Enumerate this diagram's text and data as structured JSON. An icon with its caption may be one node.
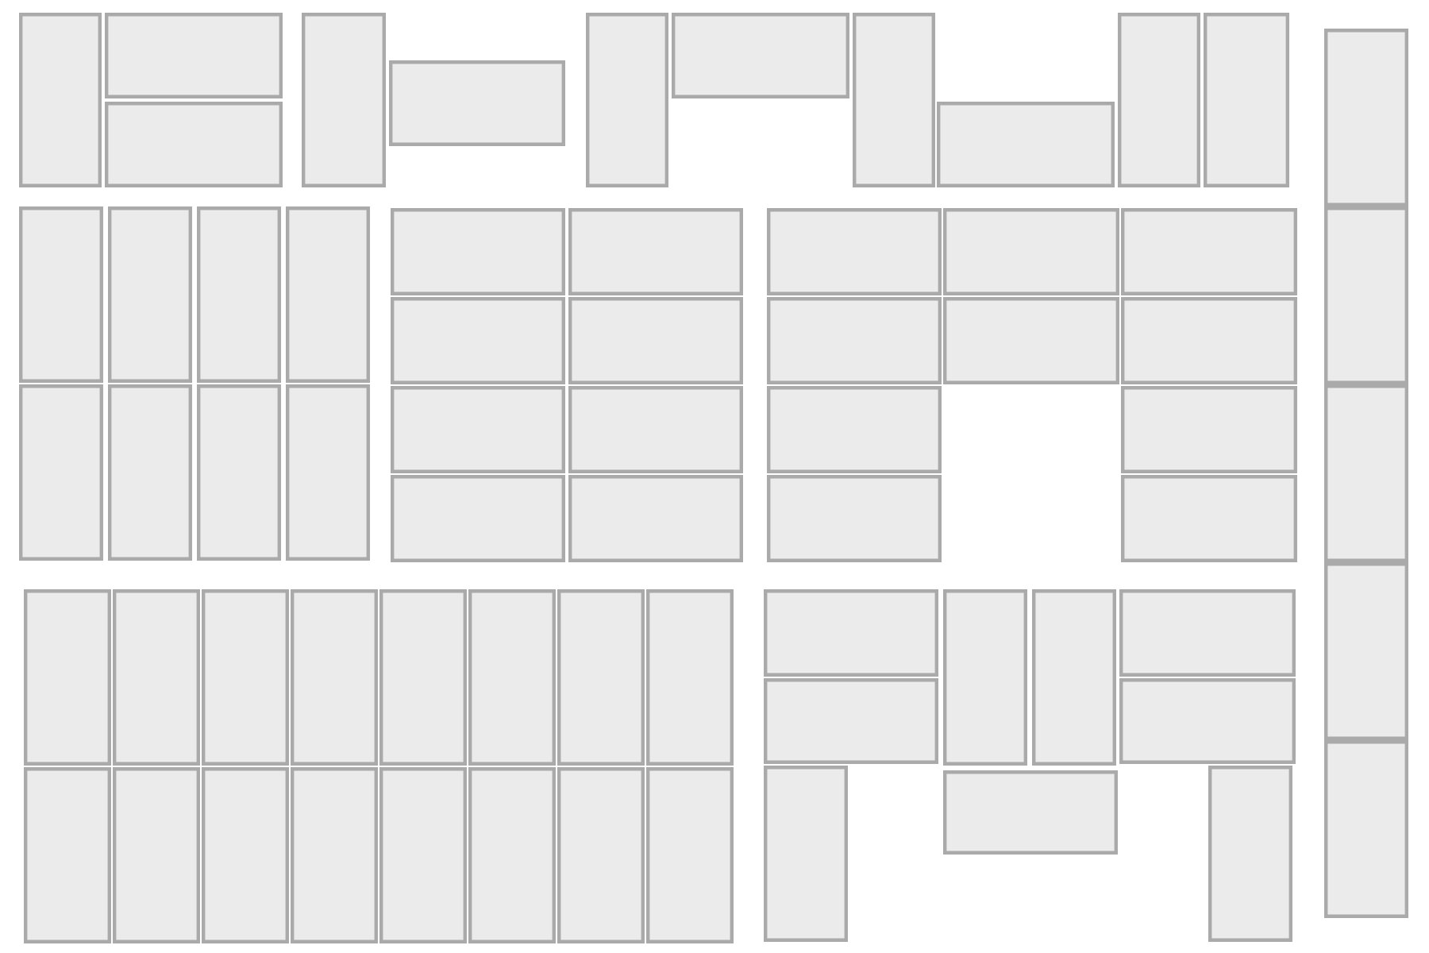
{
  "diagram": {
    "nodes": [
      {
        "text": [],
        "shape": "box"
      },
      {
        "text": [],
        "shape": "box"
      },
      {
        "text": [],
        "shape": "box"
      },
      {
        "text": [],
        "shape": "box"
      },
      {
        "text": [],
        "shape": "box"
      },
      {
        "text": [],
        "shape": "box"
      },
      {
        "text": [],
        "shape": "box"
      },
      {
        "text": [],
        "shape": "box"
      },
      {
        "text": [],
        "shape": "box"
      },
      {
        "text": [],
        "shape": "box"
      },
      {
        "text": [],
        "shape": "box"
      },
      {
        "text": [],
        "shape": "box"
      },
      {
        "text": [],
        "shape": "box"
      },
      {
        "text": [],
        "shape": "box"
      },
      {
        "text": [],
        "shape": "box"
      },
      {
        "text": [],
        "shape": "box"
      },
      {
        "text": [],
        "shape": "box"
      },
      {
        "text": [],
        "shape": "box"
      },
      {
        "text": [],
        "shape": "box"
      },
      {
        "text": [],
        "shape": "box"
      },
      {
        "text": [],
        "shape": "box"
      },
      {
        "text": [],
        "shape": "box"
      },
      {
        "text": [],
        "shape": "box"
      },
      {
        "text": [],
        "shape": "box"
      },
      {
        "text": [],
        "shape": "box"
      },
      {
        "text": [],
        "shape": "box"
      },
      {
        "text": [],
        "shape": "box"
      },
      {
        "text": [],
        "shape": "box"
      },
      {
        "text": [],
        "shape": "box"
      },
      {
        "text": [],
        "shape": "box"
      },
      {
        "text": [],
        "shape": "box"
      },
      {
        "text": [],
        "shape": "box"
      },
      {
        "text": [],
        "shape": "box"
      },
      {
        "text": [],
        "shape": "box"
      },
      {
        "text": [],
        "shape": "box"
      },
      {
        "text": [],
        "shape": "box"
      },
      {
        "text": [],
        "shape": "box"
      },
      {
        "text": [],
        "shape": "box"
      },
      {
        "text": [],
        "shape": "box"
      },
      {
        "text": [],
        "shape": "box"
      },
      {
        "text": [],
        "shape": "box"
      },
      {
        "text": [],
        "shape": "box"
      },
      {
        "text": [],
        "shape": "box"
      },
      {
        "text": [],
        "shape": "box"
      },
      {
        "text": [],
        "shape": "box"
      },
      {
        "text": [],
        "shape": "box"
      },
      {
        "text": [],
        "shape": "box"
      },
      {
        "text": [],
        "shape": "box"
      },
      {
        "text": [],
        "shape": "box"
      },
      {
        "text": [],
        "shape": "box"
      },
      {
        "text": [],
        "shape": "box"
      },
      {
        "text": [],
        "shape": "box"
      },
      {
        "text": [],
        "shape": "box"
      },
      {
        "text": [],
        "shape": "box"
      },
      {
        "text": [],
        "shape": "box"
      },
      {
        "text": [],
        "shape": "box"
      },
      {
        "text": [],
        "shape": "box"
      },
      {
        "text": [],
        "shape": "box"
      },
      {
        "text": [],
        "shape": "box"
      },
      {
        "text": [],
        "shape": "box"
      },
      {
        "text": [],
        "shape": "box"
      },
      {
        "text": [],
        "shape": "box"
      },
      {
        "text": [],
        "shape": "box"
      },
      {
        "text": [],
        "shape": "box"
      },
      {
        "text": [],
        "shape": "box"
      },
      {
        "text": [],
        "shape": "box"
      },
      {
        "text": [],
        "shape": "box"
      }
    ]
  }
}
